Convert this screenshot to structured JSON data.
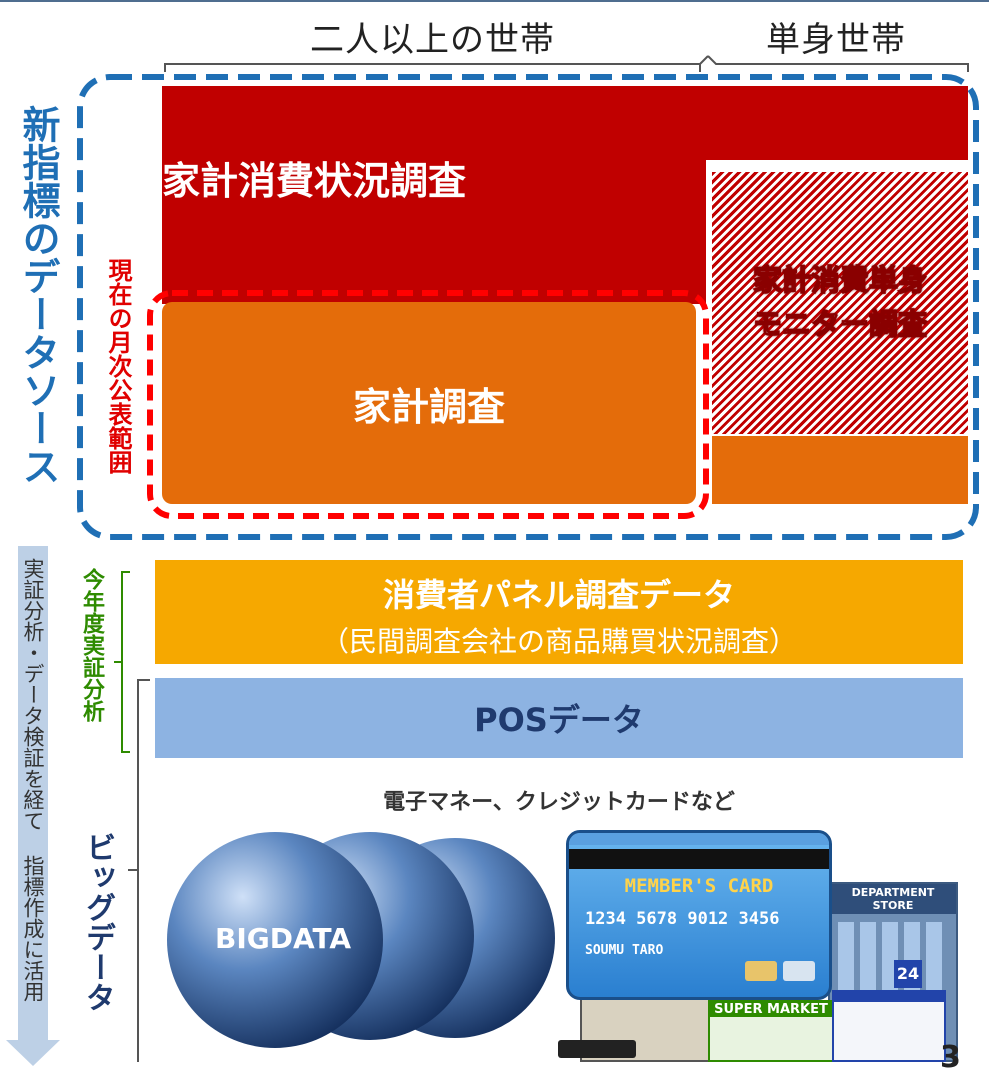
{
  "header": {
    "multi_person_household": "二人以上の世帯",
    "single_household": "単身世帯"
  },
  "left_title": "新指標のデータソース",
  "current_scope_label": "現在の月次公表範囲",
  "surveys": {
    "consumption_status": "家計消費状況調査",
    "single_monitor_line1": "家計消費単身",
    "single_monitor_line2": "モニター調査",
    "family_income": "家計調査"
  },
  "arrow_label": "実証分析・データ検証を経て 指標作成に活用",
  "this_year_label": "今年度実証分析",
  "bigdata_label": "ビッグデータ",
  "panel": {
    "title": "消費者パネル調査データ",
    "subtitle": "（民間調査会社の商品購買状況調査）"
  },
  "pos_label": "POSデータ",
  "emoney_label": "電子マネー、クレジットカードなど",
  "sphere_label": "BIGDATA",
  "card": {
    "title": "MEMBER'S CARD",
    "number": "1234 5678 9012 3456",
    "holder": "SOUMU TARO"
  },
  "store_labels": {
    "supermarket": "SUPER MARKET",
    "department": "DEPARTMENT STORE",
    "convenience": "24"
  },
  "page_number": "3",
  "colors": {
    "dark_red": "#c00000",
    "orange": "#e46c0a",
    "gold": "#f6a800",
    "pos_blue": "#8db3e2",
    "blue_dash": "#1f6fb5",
    "red_dash": "#ff0000",
    "green_text": "#2e8b00",
    "navy_text": "#1f3a6e"
  }
}
